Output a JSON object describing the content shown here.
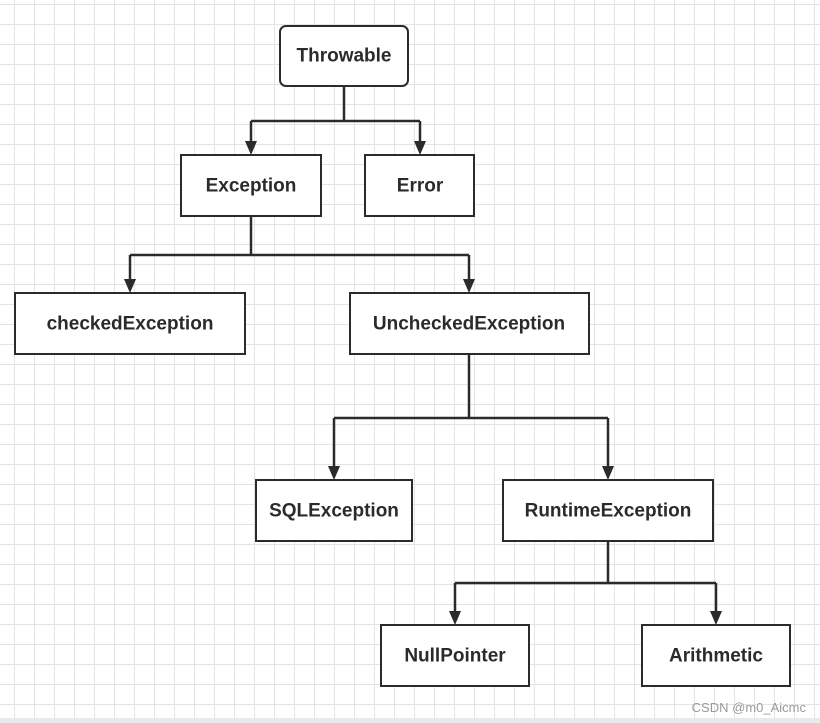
{
  "diagram": {
    "nodes": [
      {
        "id": "throwable",
        "label": "Throwable"
      },
      {
        "id": "exception",
        "label": "Exception"
      },
      {
        "id": "error",
        "label": "Error"
      },
      {
        "id": "checked",
        "label": "checkedException"
      },
      {
        "id": "unchecked",
        "label": "UncheckedException"
      },
      {
        "id": "sql",
        "label": "SQLException"
      },
      {
        "id": "runtime",
        "label": "RuntimeException"
      },
      {
        "id": "nullpointer",
        "label": "NullPointer"
      },
      {
        "id": "arithmetic",
        "label": "Arithmetic"
      }
    ],
    "edges": [
      {
        "from": "throwable",
        "to": "exception"
      },
      {
        "from": "throwable",
        "to": "error"
      },
      {
        "from": "exception",
        "to": "checked"
      },
      {
        "from": "exception",
        "to": "unchecked"
      },
      {
        "from": "unchecked",
        "to": "sql"
      },
      {
        "from": "unchecked",
        "to": "runtime"
      },
      {
        "from": "runtime",
        "to": "nullpointer"
      },
      {
        "from": "runtime",
        "to": "arithmetic"
      }
    ]
  },
  "watermark": "CSDN @m0_Aicmc"
}
